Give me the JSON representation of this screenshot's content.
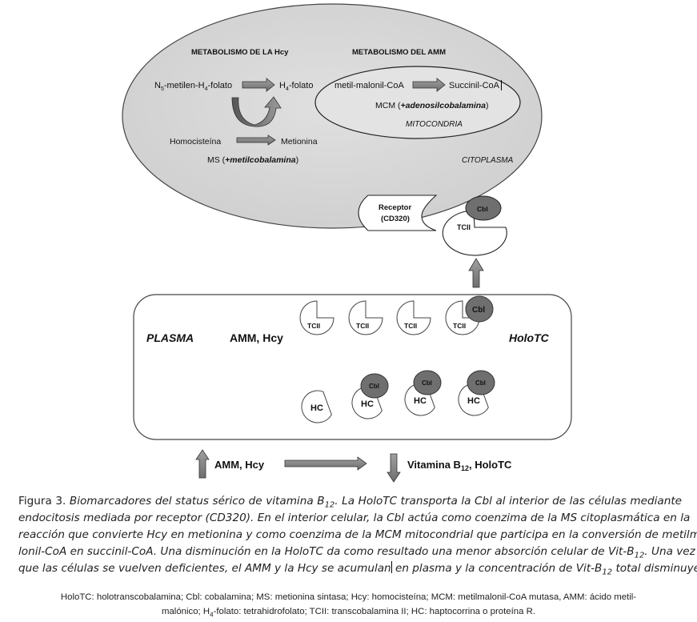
{
  "figure": {
    "cytoplasm": {
      "region_label": "CITOPLASMA",
      "hcy_title": "METABOLISMO DE LA Hcy",
      "amm_title": "METABOLISMO DEL AMM",
      "folate_from": {
        "base": "N",
        "sub": "5",
        "rest_a": "-metilen-H",
        "sub2": "4",
        "rest_b": "-folato"
      },
      "folate_to": {
        "base": "H",
        "sub": "4",
        "rest": "-folato"
      },
      "homocysteine": "Homocisteína",
      "methionine": "Metionina",
      "ms_enzyme": {
        "prefix": "MS (",
        "cofactor": "+metilcobalamina",
        "suffix": ")"
      },
      "mitochondria": {
        "region_label": "MITOCONDRIA",
        "substrate": "metil-malonil-CoA",
        "product": "Succinil-CoA",
        "mcm_enzyme": {
          "prefix": "MCM (",
          "cofactor": "+adenosilcobalamina",
          "suffix": ")"
        }
      }
    },
    "receptor": {
      "line1": "Receptor",
      "line2": "(CD320)"
    },
    "bound_complex": {
      "protein": "TCII",
      "ligand": "Cbl"
    },
    "plasma": {
      "region_label": "PLASMA",
      "metabolites": "AMM, Hcy",
      "holotc_label": "HoloTC",
      "tcii_items": [
        {
          "protein": "TCII",
          "bound": false,
          "ligand": ""
        },
        {
          "protein": "TCII",
          "bound": false,
          "ligand": ""
        },
        {
          "protein": "TCII",
          "bound": false,
          "ligand": ""
        },
        {
          "protein": "TCII",
          "bound": true,
          "ligand": "Cbl"
        }
      ],
      "hc_items": [
        {
          "protein": "HC",
          "bound": false,
          "ligand": ""
        },
        {
          "protein": "HC",
          "bound": true,
          "ligand": "Cbl"
        },
        {
          "protein": "HC",
          "bound": true,
          "ligand": "Cbl"
        },
        {
          "protein": "HC",
          "bound": true,
          "ligand": "Cbl"
        }
      ]
    },
    "bottom_row": {
      "increase_label": "AMM, Hcy",
      "decrease_label": {
        "base": "Vitamina B",
        "sub": "12",
        "rest": ", HoloTC"
      }
    },
    "colors": {
      "cytoplasm_fill": "#d9d9d9",
      "mitochondria_fill": "#e2e2e2",
      "cbl_fill": "#6f6f6f",
      "arrow_fill": "#8c8c8c",
      "outline": "#333333"
    }
  },
  "caption": {
    "label": "Figura 3.",
    "l1a": "Biomarcadores del status sérico de vitamina B",
    "l1sub": "12",
    "l1b": ". La HoloTC transporta la Cbl al interior de las células mediante",
    "l2": "endocitosis mediada por receptor (CD320). En el interior celular, la Cbl actúa como coenzima de la MS citoplasmática en la",
    "l3": "reacción que convierte Hcy en metionina y como coenzima de la MCM mitocondrial que participa en la conversión de metilma-",
    "l4a": "lonil-CoA en succinil-CoA. Una disminución en la HoloTC da como resultado una menor absorción celular de Vit-B",
    "l4sub": "12",
    "l4b": ". Una vez",
    "l5a": "que las células se vuelven deficientes, el AMM y la Hcy se acumulan",
    "l5b": " en plasma y la concentración de Vit-B",
    "l5sub": "12",
    "l5c": " total disminuye"
  },
  "legend": {
    "line1": "HoloTC: holotranscobalamina; Cbl: cobalamina; MS: metionina sintasa; Hcy: homocisteína; MCM: metilmalonil-CoA mutasa, AMM: ácido metil-",
    "line2a": "malónico; H",
    "line2sub": "4",
    "line2b": "-folato: tetrahidrofolato; TCII: transcobalamina II; HC: haptocorrina o proteína R."
  }
}
